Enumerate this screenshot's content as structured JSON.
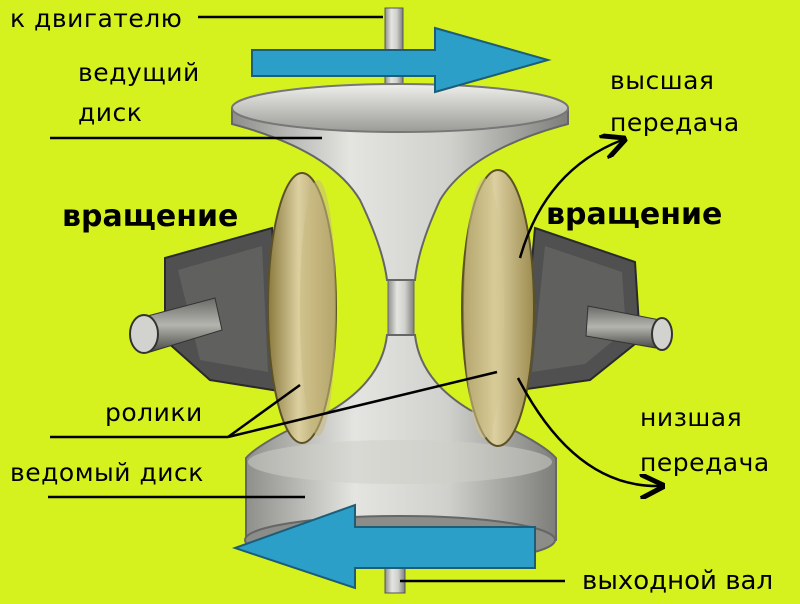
{
  "labels": {
    "to_engine": "к двигателю",
    "drive_disk_line1": "ведущий",
    "drive_disk_line2": "диск",
    "rotation_left": "вращение",
    "rotation_right": "вращение",
    "high_gear_line1": "высшая",
    "high_gear_line2": "передача",
    "rollers": "ролики",
    "driven_disk": "ведомый диск",
    "low_gear_line1": "низшая",
    "low_gear_line2": "передача",
    "output_shaft": "выходной вал"
  },
  "colors": {
    "background": "#d6f21e",
    "arrow": "#2b9fc8",
    "metal": "#c9c9c6",
    "roller": "#b9a969",
    "housing": "#4a4a48"
  }
}
